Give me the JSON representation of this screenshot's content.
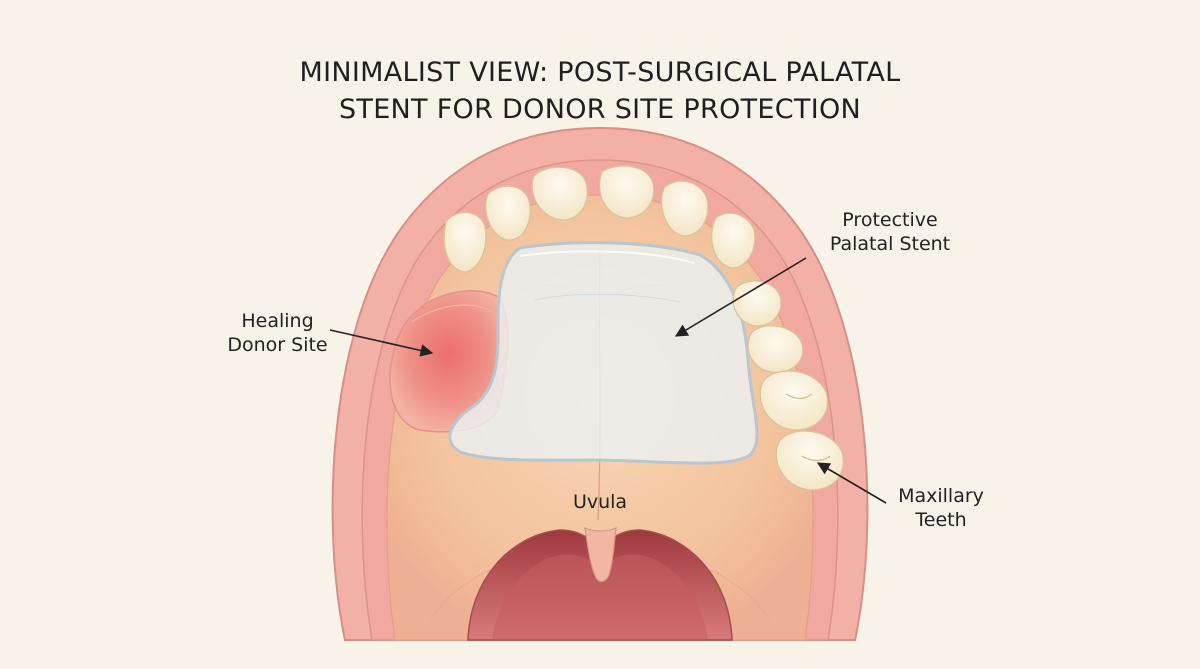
{
  "title": {
    "line1": "MINIMALIST VIEW: POST-SURGICAL PALATAL",
    "line2": "STENT FOR DONOR SITE PROTECTION"
  },
  "labels": {
    "healing_donor_site": {
      "line1": "Healing",
      "line2": "Donor Site"
    },
    "protective_palatal_stent": {
      "line1": "Protective",
      "line2": "Palatal Stent"
    },
    "maxillary_teeth": {
      "line1": "Maxillary",
      "line2": "Teeth"
    },
    "uvula": "Uvula"
  },
  "colors": {
    "background": "#f8f3e8",
    "gum": "#f0a8a0",
    "palate": "#f4c9a4",
    "tooth": "#fbf2dc",
    "stent": "#e8eef0",
    "donor_site": "#e87d7a",
    "throat": "#b4474c"
  }
}
